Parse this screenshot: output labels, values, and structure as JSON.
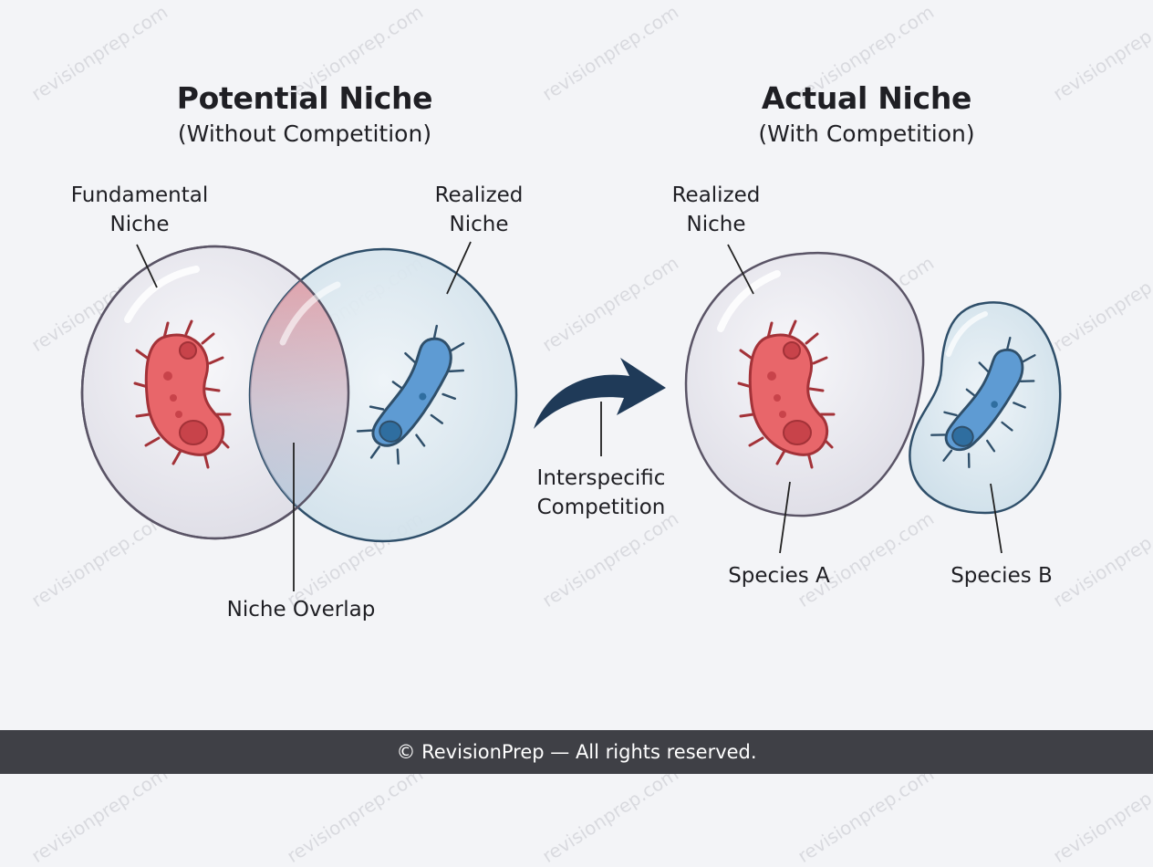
{
  "left_panel": {
    "title": "Potential Niche",
    "subtitle": "(Without Competition)",
    "fundamental_label_line1": "Fundamental",
    "fundamental_label_line2": "Niche",
    "realized_label_line1": "Realized",
    "realized_label_line2": "Niche",
    "overlap_label": "Niche Overlap"
  },
  "arrow": {
    "label_line1": "Interspecific",
    "label_line2": "Competition"
  },
  "right_panel": {
    "title": "Actual Niche",
    "subtitle": "(With Competition)",
    "realized_label_line1": "Realized",
    "realized_label_line2": "Niche",
    "species_a": "Species A",
    "species_b": "Species B"
  },
  "watermark": "revisionprep.com",
  "footer": "© RevisionPrep — All rights reserved.",
  "colors": {
    "species_a_red": "#e8666a",
    "species_b_blue": "#5e9bd3",
    "arrow_navy": "#1f3a58",
    "footer_bg": "#3f4046"
  }
}
